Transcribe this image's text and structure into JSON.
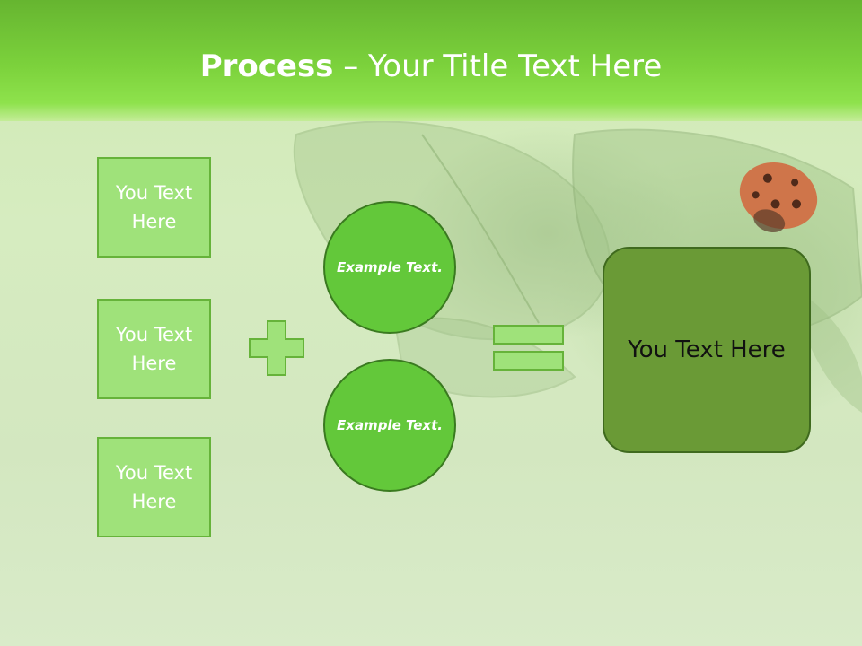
{
  "header": {
    "title_bold": "Process",
    "title_rest": " – Your Title Text Here"
  },
  "diagram": {
    "inputs": [
      "You Text Here",
      "You Text Here",
      "You Text Here"
    ],
    "operators": [
      "Example Text.",
      "Example Text."
    ],
    "result": "You Text Here"
  },
  "colors": {
    "header_green": "#7cd23c",
    "box_fill": "#9fe27a",
    "circle_fill": "#63c83a",
    "result_fill": "#6a9a36"
  },
  "icons": [
    "plus-icon",
    "equals-icon",
    "ladybug-icon"
  ]
}
